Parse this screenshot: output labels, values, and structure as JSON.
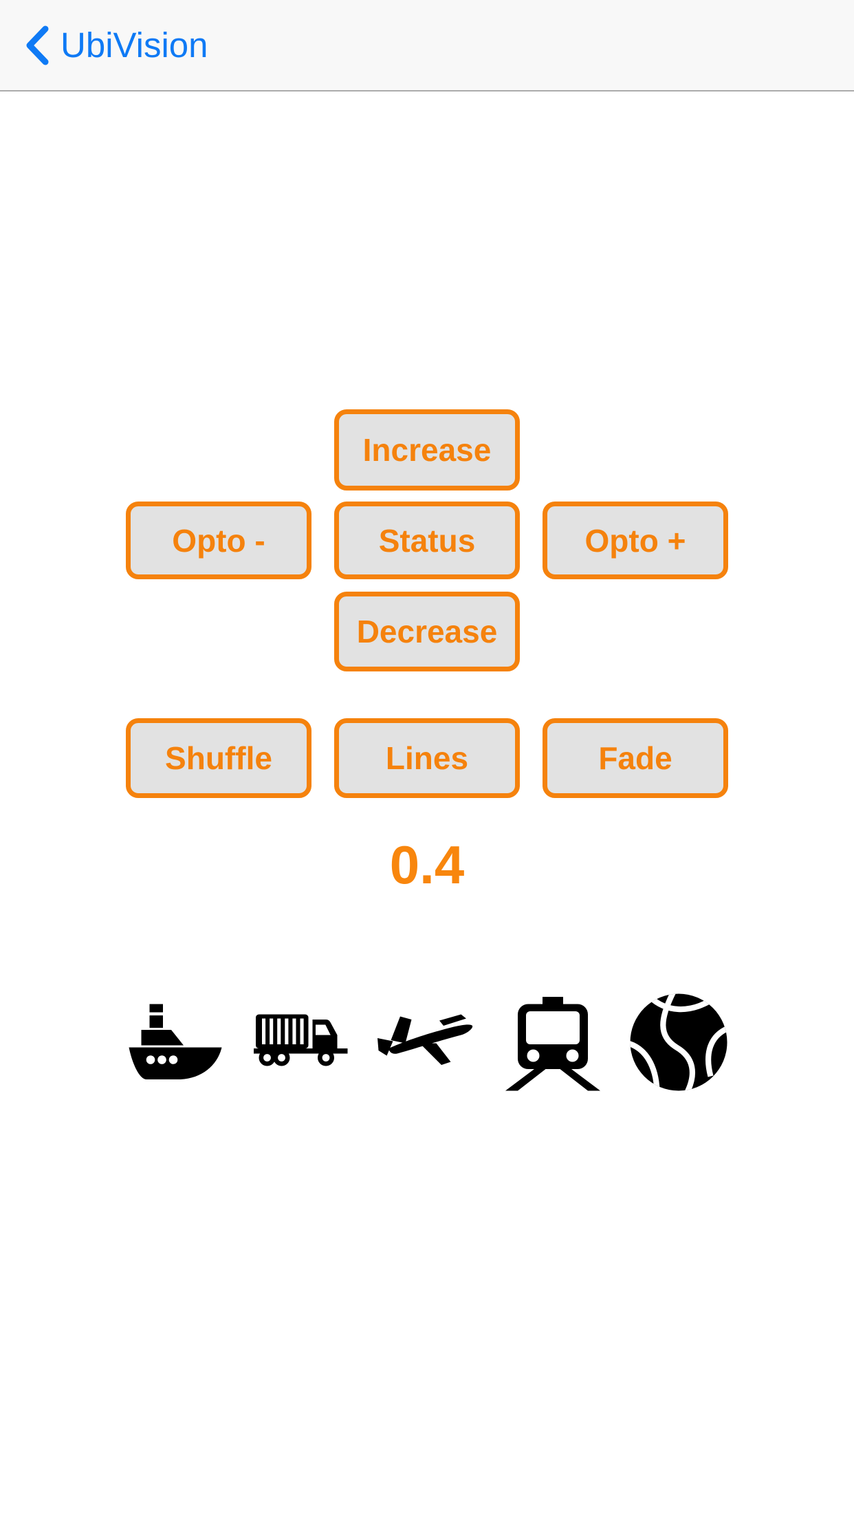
{
  "nav": {
    "title": "UbiVision"
  },
  "buttons": {
    "increase": "Increase",
    "opto_minus": "Opto -",
    "status": "Status",
    "opto_plus": "Opto +",
    "decrease": "Decrease",
    "shuffle": "Shuffle",
    "lines": "Lines",
    "fade": "Fade"
  },
  "value_display": "0.4",
  "transport_icons": [
    {
      "name": "ship-icon"
    },
    {
      "name": "truck-icon"
    },
    {
      "name": "plane-icon"
    },
    {
      "name": "train-icon"
    },
    {
      "name": "basketball-icon"
    }
  ],
  "colors": {
    "accent_orange": "#f5820d",
    "nav_blue": "#0f7af5",
    "button_fill": "#e2e2e2",
    "nav_background": "#f8f8f8",
    "nav_border": "#ababab",
    "icon_black": "#000000"
  }
}
